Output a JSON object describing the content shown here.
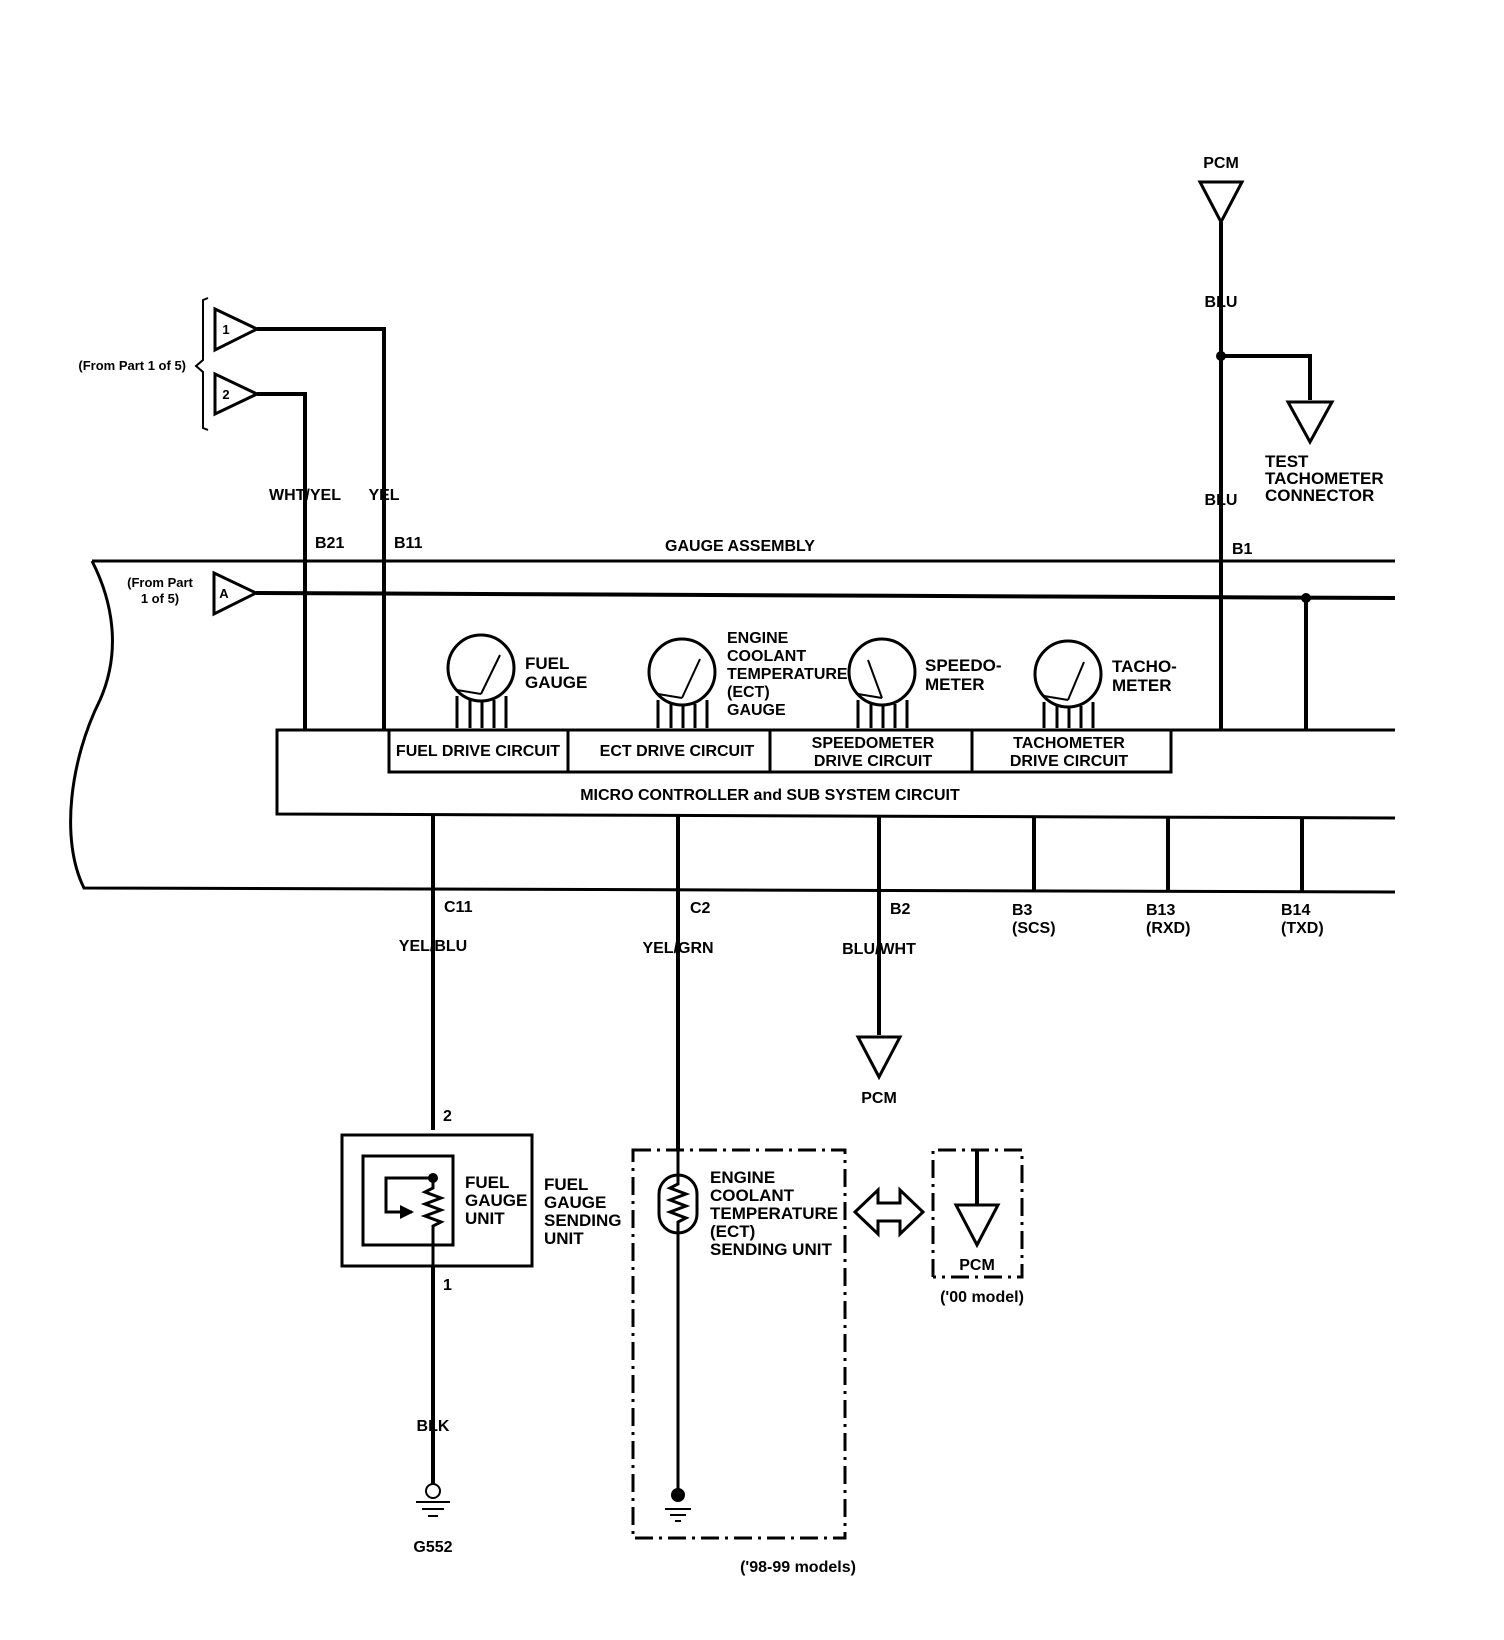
{
  "labels": {
    "pcm_top": "PCM",
    "blu_upper": "BLU",
    "blu_lower": "BLU",
    "test_tach_line1": "TEST",
    "test_tach_line2": "TACHOMETER",
    "test_tach_line3": "CONNECTOR",
    "from_part_1": "(From Part 1 of 5)",
    "from_part_a_line1": "(From Part",
    "from_part_a_line2": "1 of 5)",
    "conn_1": "1",
    "conn_2": "2",
    "conn_a": "A",
    "wht_yel": "WHT/YEL",
    "yel": "YEL",
    "b21": "B21",
    "b11": "B11",
    "b1": "B1",
    "gauge_assembly": "GAUGE ASSEMBLY",
    "fuel_gauge_line1": "FUEL",
    "fuel_gauge_line2": "GAUGE",
    "ect_gauge_line1": "ENGINE",
    "ect_gauge_line2": "COOLANT",
    "ect_gauge_line3": "TEMPERATURE",
    "ect_gauge_line4": "(ECT)",
    "ect_gauge_line5": "GAUGE",
    "speedo_line1": "SPEEDO-",
    "speedo_line2": "METER",
    "tacho_line1": "TACHO-",
    "tacho_line2": "METER",
    "fuel_drive": "FUEL DRIVE CIRCUIT",
    "ect_drive": "ECT DRIVE CIRCUIT",
    "speedo_drive_line1": "SPEEDOMETER",
    "speedo_drive_line2": "DRIVE CIRCUIT",
    "tacho_drive_line1": "TACHOMETER",
    "tacho_drive_line2": "DRIVE CIRCUIT",
    "micro_controller": "MICRO CONTROLLER and SUB SYSTEM CIRCUIT",
    "c11": "C11",
    "c2": "C2",
    "b2": "B2",
    "b3": "B3",
    "scs": "(SCS)",
    "b13": "B13",
    "rxd": "(RXD)",
    "b14": "B14",
    "txd": "(TXD)",
    "yel_blu": "YEL/BLU",
    "yel_grn": "YEL/GRN",
    "blu_wht": "BLU/WHT",
    "pcm_b2": "PCM",
    "pin_2": "2",
    "pin_1": "1",
    "fuel_unit_line1": "FUEL",
    "fuel_unit_line2": "GAUGE",
    "fuel_unit_line3": "UNIT",
    "fuel_sending_line1": "FUEL",
    "fuel_sending_line2": "GAUGE",
    "fuel_sending_line3": "SENDING",
    "fuel_sending_line4": "UNIT",
    "blk": "BLK",
    "g552": "G552",
    "ect_sending_line1": "ENGINE",
    "ect_sending_line2": "COOLANT",
    "ect_sending_line3": "TEMPERATURE",
    "ect_sending_line4": "(ECT)",
    "ect_sending_line5": "SENDING UNIT",
    "models_98_99": "('98-99 models)",
    "pcm_00": "PCM",
    "models_00": "('00 model)"
  }
}
